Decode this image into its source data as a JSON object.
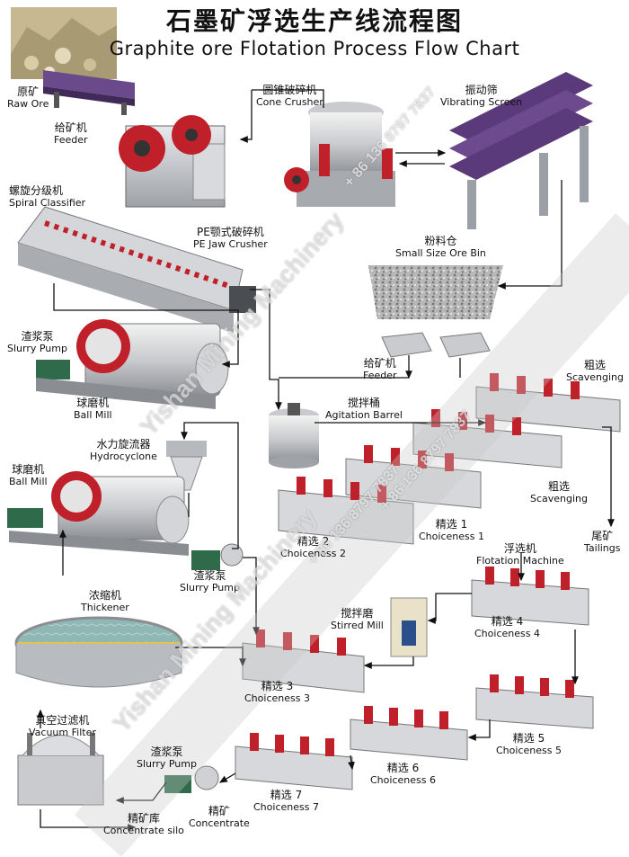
{
  "title": {
    "cn": "石墨矿浮选生产线流程图",
    "en": "Graphite ore Flotation Process Flow Chart"
  },
  "labels": {
    "raw_ore": {
      "cn": "原矿",
      "en": "Raw Ore"
    },
    "feeder_top": {
      "cn": "给矿机",
      "en": "Feeder"
    },
    "jaw_crusher": {
      "cn": "PE颚式破碎机",
      "en": "PE Jaw Crusher"
    },
    "cone_crusher": {
      "cn": "圆锥破碎机",
      "en": "Cone Crusher"
    },
    "vibrating_screen": {
      "cn": "振动筛",
      "en": "Vibrating Screen"
    },
    "spiral_classifier": {
      "cn": "螺旋分级机",
      "en": "Spiral Classifier"
    },
    "small_ore_bin": {
      "cn": "粉料仓",
      "en": "Small Size Ore Bin"
    },
    "slurry_pump_1": {
      "cn": "渣浆泵",
      "en": "Slurry Pump"
    },
    "ball_mill_1": {
      "cn": "球磨机",
      "en": "Ball Mill"
    },
    "feeder_mid": {
      "cn": "给矿机",
      "en": "Feeder"
    },
    "agitation_barrel": {
      "cn": "搅拌桶",
      "en": "Agitation Barrel"
    },
    "scavenging_1": {
      "cn": "粗选",
      "en": "Scavenging"
    },
    "scavenging_2": {
      "cn": "粗选",
      "en": "Scavenging"
    },
    "hydrocyclone": {
      "cn": "水力旋流器",
      "en": "Hydrocyclone"
    },
    "ball_mill_2": {
      "cn": "球磨机",
      "en": "Ball Mill"
    },
    "choiceness_1": {
      "cn": "精选 1",
      "en": "Choiceness 1"
    },
    "choiceness_2": {
      "cn": "精选 2",
      "en": "Choiceness 2"
    },
    "tailings": {
      "cn": "尾矿",
      "en": "Tailings"
    },
    "flotation_machine": {
      "cn": "浮选机",
      "en": "Flotation Machine"
    },
    "slurry_pump_2": {
      "cn": "渣浆泵",
      "en": "Slurry Pump"
    },
    "thickener": {
      "cn": "浓缩机",
      "en": "Thickener"
    },
    "stirred_mill": {
      "cn": "搅拌磨",
      "en": "Stirred Mill"
    },
    "choiceness_4": {
      "cn": "精选 4",
      "en": "Choiceness 4"
    },
    "choiceness_3": {
      "cn": "精选 3",
      "en": "Choiceness 3"
    },
    "choiceness_5": {
      "cn": "精选 5",
      "en": "Choiceness 5"
    },
    "vacuum_filter": {
      "cn": "真空过滤机",
      "en": "Vacuum Filter"
    },
    "choiceness_6": {
      "cn": "精选 6",
      "en": "Choiceness 6"
    },
    "slurry_pump_3": {
      "cn": "渣浆泵",
      "en": "Slurry Pump"
    },
    "choiceness_7": {
      "cn": "精选 7",
      "en": "Choiceness 7"
    },
    "concentrate": {
      "cn": "精矿",
      "en": "Concentrate"
    },
    "concentrate_silo": {
      "cn": "精矿库",
      "en": "Concentrate silo"
    }
  },
  "watermark": {
    "company": "Yishan Mining Machinery",
    "phone": "+ 86 136 8797 7837"
  },
  "colors": {
    "machine_red": "#c0202a",
    "machine_gray": "#b9bcc0",
    "machine_dark": "#4a4d52",
    "pump_green": "#2f6b4a",
    "screen_purple": "#5a3a7a",
    "line": "#111111",
    "ore": "#a8a8a8"
  }
}
